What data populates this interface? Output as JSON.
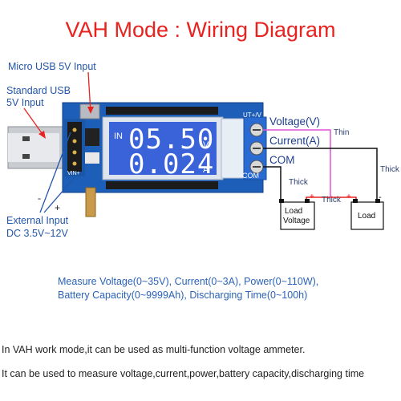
{
  "title": "VAH Mode : Wiring Diagram",
  "labels": {
    "micro_usb": "Micro USB 5V Input",
    "standard_usb_1": "Standard USB",
    "standard_usb_2": "5V Input",
    "external_1": "External Input",
    "external_2": "DC 3.5V~12V",
    "minus": "-",
    "plus": "+"
  },
  "terminals": {
    "voltage": "Voltage(V)",
    "current": "Current(A)",
    "com": "COM"
  },
  "wires": {
    "thin": "Thin",
    "thick_right": "Thick",
    "thick_left": "Thick",
    "thick_mid": "Thick",
    "plus_left": "+",
    "plus_right": "+",
    "minus_right": "-"
  },
  "boxes": {
    "load_voltage_1": "Load",
    "load_voltage_2": "Voltage",
    "load": "Load"
  },
  "lcd": {
    "in": "IN",
    "volts": "05.50",
    "v_unit": "V",
    "amps": "0.024",
    "a_unit": "A"
  },
  "specs": {
    "line1": "Measure Voltage(0~35V), Current(0~3A), Power(0~110W),",
    "line2": "Battery Capacity(0~9999Ah), Discharging Time(0~100h)"
  },
  "footer": {
    "line1": "In VAH work mode,it can be used as multi-function voltage ammeter.",
    "line2": "It can be used to measure voltage,current,power,battery capacity,discharging time"
  },
  "colors": {
    "title": "#e8231f",
    "label_blue": "#2356a8",
    "pcb": "#1d5fb8",
    "lcd": "#3a63d9",
    "pointer": "#e8231f",
    "wire_thin": "#e055d6"
  }
}
